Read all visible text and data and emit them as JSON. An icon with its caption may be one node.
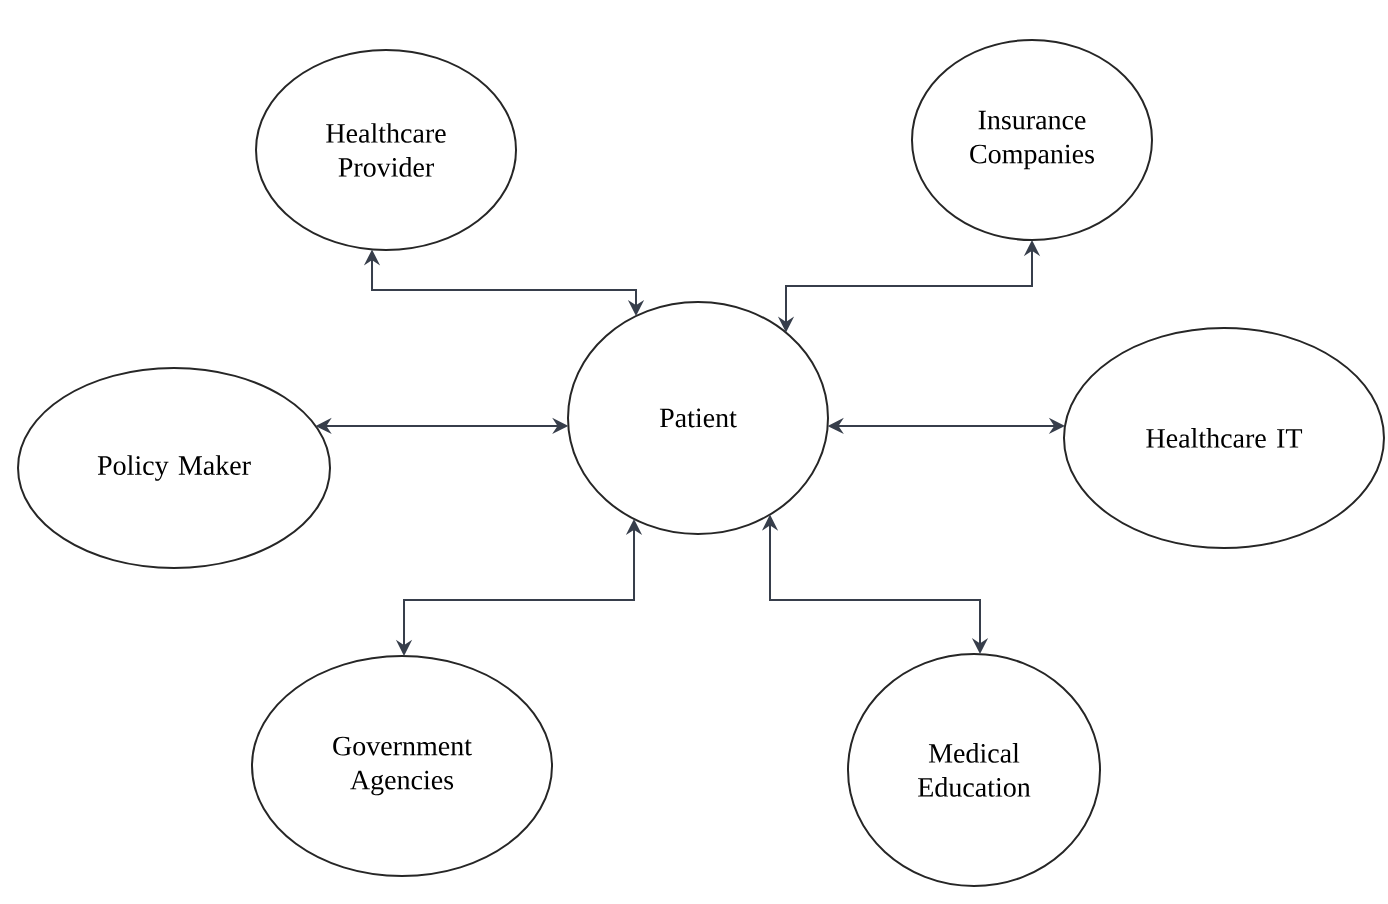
{
  "diagram": {
    "nodes": [
      {
        "text": [
          "Healthcare Provider"
        ]
      },
      {
        "text": [
          "Insurance Companies"
        ]
      },
      {
        "text": [
          "Policy Maker"
        ]
      },
      {
        "text": [
          "Patient"
        ]
      },
      {
        "text": [
          "Healthcare IT"
        ]
      },
      {
        "text": [
          "Government Agencies"
        ]
      },
      {
        "text": [
          "Medical Education"
        ]
      }
    ],
    "edges": [
      {
        "from": 0,
        "to": 3,
        "arrow": "both"
      },
      {
        "from": 1,
        "to": 3,
        "arrow": "both"
      },
      {
        "from": 2,
        "to": 3,
        "arrow": "both"
      },
      {
        "from": 3,
        "to": 4,
        "arrow": "both"
      },
      {
        "from": 5,
        "to": 3,
        "arrow": "both"
      },
      {
        "from": 6,
        "to": 3,
        "arrow": "both"
      }
    ]
  }
}
